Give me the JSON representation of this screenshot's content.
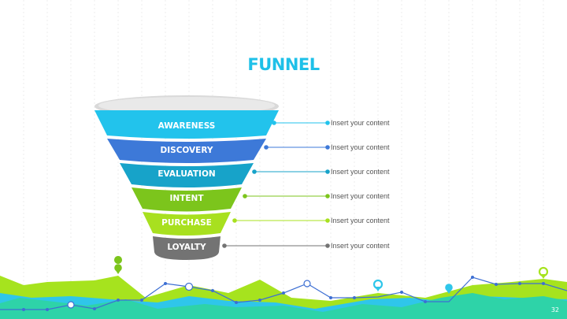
{
  "slide": {
    "title": "FUNNEL",
    "page_number": "32"
  },
  "funnel": {
    "stages": [
      {
        "label": "AWARENESS",
        "color": "#22c3ec",
        "dark": "#17a3c8",
        "content": "Insert your content"
      },
      {
        "label": "DISCOVERY",
        "color": "#3d79d8",
        "dark": "#2e5fb3",
        "content": "Insert your content"
      },
      {
        "label": "EVALUATION",
        "color": "#17a3c9",
        "dark": "#0f84a6",
        "content": "Insert your content"
      },
      {
        "label": "INTENT",
        "color": "#7cc51c",
        "dark": "#5f9e12",
        "content": "Insert your content"
      },
      {
        "label": "PURCHASE",
        "color": "#a8e01f",
        "dark": "#86b912",
        "content": "Insert your content"
      },
      {
        "label": "LOYALTY",
        "color": "#737373",
        "dark": "#565656",
        "content": "Insert your content"
      }
    ]
  },
  "colors": {
    "title": "#1ec0e8",
    "background": "#ffffff",
    "decor_green": "#a6e31e",
    "decor_teal": "#2ed3a8",
    "decor_cyan": "#2fc6ea",
    "decor_line": "#3d6fd3"
  }
}
